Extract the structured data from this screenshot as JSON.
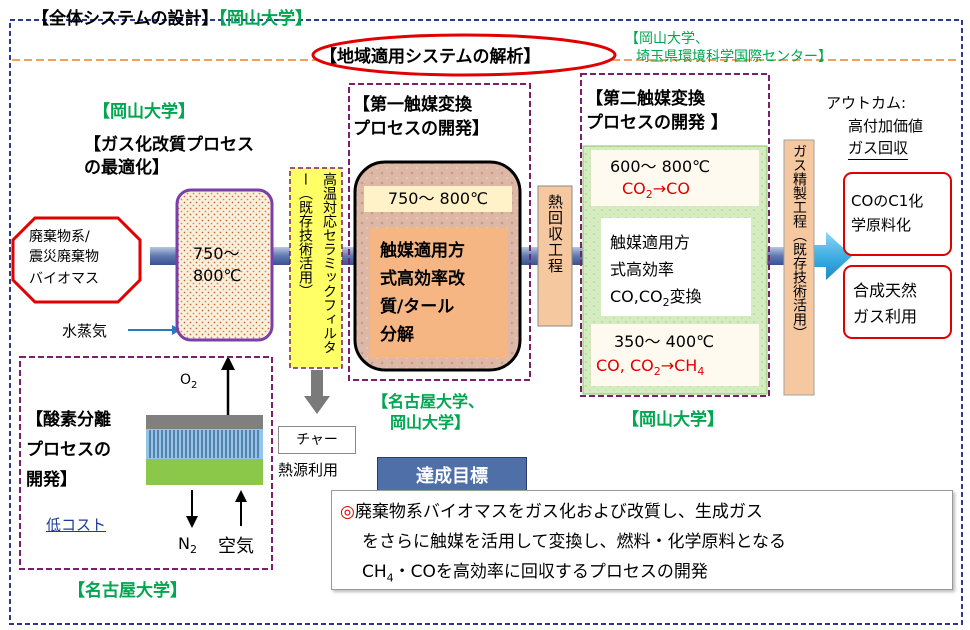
{
  "title": {
    "main": "【全体システムの設計】",
    "org": "【岡山大学】"
  },
  "regional_analysis": {
    "label": "【地域適用システムの解析】",
    "org_line1": "【岡山大学、",
    "org_line2": "埼玉県環境科学国際センター】"
  },
  "gasification": {
    "org": "【岡山大学】",
    "title_line1": "【ガス化改質プロセス",
    "title_line2": "の最適化】",
    "temp_line1": "750〜",
    "temp_line2": "800℃"
  },
  "biomass": {
    "line1": "廃棄物系/",
    "line2": "震災廃棄物",
    "line3": "バイオマス"
  },
  "steam_label": "水蒸気",
  "ceramic_filter": {
    "text": "高温対応セラミックフィルター（既存技術活用）",
    "char_label": "チャー",
    "heat_use": "熱源利用"
  },
  "oxygen_separation": {
    "title_line1": "【酸素分離",
    "title_line2": "プロセスの",
    "title_line3": "開発】",
    "low_cost": "低コスト",
    "o2": "O",
    "o2_sub": "2",
    "n2": "N",
    "n2_sub": "2",
    "air": "空気",
    "org": "【名古屋大学】"
  },
  "first_catalyst": {
    "title_line1": "【第一触媒変換",
    "title_line2": "プロセスの開発】",
    "temp": "750〜 800℃",
    "body_line1": "触媒適用方",
    "body_line2": "式高効率改",
    "body_line3": "質/タール",
    "body_line4": "分解",
    "org_line1": "【名古屋大学、",
    "org_line2": "岡山大学】"
  },
  "heat_recovery": "熱回収工程",
  "second_catalyst": {
    "title_line1": "【第二触媒変換",
    "title_line2": "プロセスの開発 】",
    "temp1": "600〜 800℃",
    "reaction1_a": "CO",
    "reaction1_sub": "2",
    "reaction1_b": "→CO",
    "body_line1": "触媒適用方",
    "body_line2": "式高効率",
    "body_line3_a": "CO,CO",
    "body_line3_sub": "2",
    "body_line3_b": "変換",
    "temp2": "350〜 400℃",
    "reaction2_a": "CO, CO",
    "reaction2_sub": "2",
    "reaction2_b": "→CH",
    "reaction2_sub2": "4",
    "org": "【岡山大学】"
  },
  "gas_purification": "ガス精製工程（既存技術活用）",
  "outcome": {
    "label": "アウトカム:",
    "line1": "高付加価値",
    "line2": "ガス回収",
    "box1_line1": "COのC1化",
    "box1_line2": "学原料化",
    "box2_line1": "合成天然",
    "box2_line2": "ガス利用"
  },
  "goal": {
    "label": "達成目標",
    "mark": "◎",
    "line1": "廃棄物系バイオマスをガス化および改質し、生成ガス",
    "line2": "をさらに触媒を活用して変換し、燃料・化学原料となる",
    "line3_a": "CH",
    "line3_sub": "4",
    "line3_b": "・COを高効率に回収するプロセスの開発"
  },
  "colors": {
    "border_blue": "#2a3a8c",
    "dashed_orange": "#f0a060",
    "dashed_purple": "#7a1f6e",
    "green_text": "#00a650",
    "red_text": "#e00000",
    "cyan_arrow": "#4fb8e8",
    "goal_header_bg": "#4f6fa8"
  }
}
